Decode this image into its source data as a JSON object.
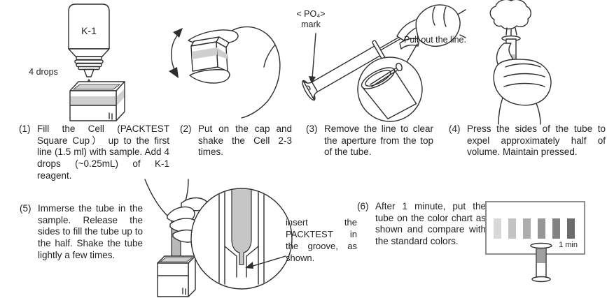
{
  "title": "PACKTEST phosphate (PO4) test instructions",
  "steps": [
    {
      "num": "(1)",
      "text": "Fill the Cell (PACKTEST Square Cup） up to the first line (1.5 ml) with sample. Add 4 drops (~0.25mL) of K-1 reagent."
    },
    {
      "num": "(2)",
      "text": "Put on the cap and shake the Cell 2-3 times."
    },
    {
      "num": "(3)",
      "text": "Remove the line to clear the aperture from the top of the tube."
    },
    {
      "num": "(4)",
      "text": "Press the sides of the tube to expel approximately half of volume. Maintain pressed."
    },
    {
      "num": "(5)",
      "text": "Immerse the tube in the sample. Release the sides to fill the tube up to the half. Shake the tube lightly a few times."
    },
    {
      "num": "(6)",
      "text": "After 1 minute, put the tube on the color chart as shown and compare with the standard colors."
    }
  ],
  "labels": {
    "bottle": "K-1",
    "drops": "4 drops",
    "po4_mark_line1": "< PO₄>",
    "po4_mark_line2": "mark",
    "pull_line": "Pull out the line.",
    "insert_note": "insert the PACKTEST in the groove, as shown.",
    "one_min": "1 min"
  },
  "color_chart": {
    "description": "standard color scale, light to dark",
    "bars": [
      "#d8d8d8",
      "#c3c3c3",
      "#adadad",
      "#969696",
      "#828282",
      "#6b6b6b"
    ]
  },
  "colors": {
    "ink": "#2e2e2e",
    "text": "#1f1f1f",
    "fill_gray": "#cfcfcf",
    "chart_border": "#8f8f8f"
  }
}
